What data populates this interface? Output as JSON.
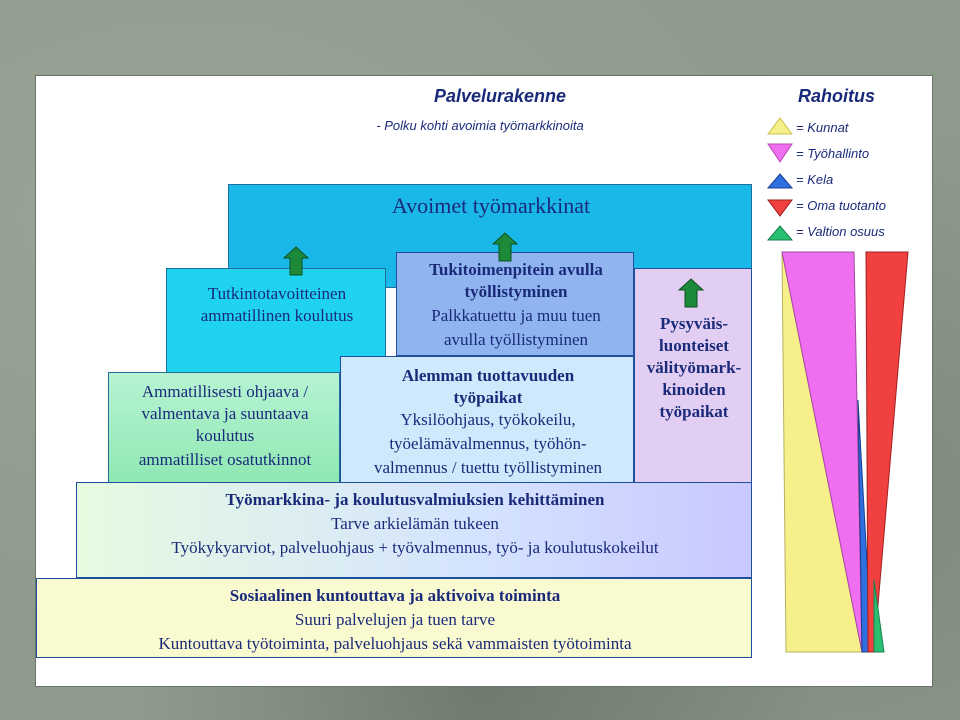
{
  "header": {
    "title": "Palvelurakenne",
    "subtitle": "- Polku kohti avoimia työmarkkinoita"
  },
  "legend": {
    "title": "Rahoitus",
    "items": [
      {
        "label": "= Kunnat",
        "color": "#f6f08a",
        "shape": "triangle-up",
        "icon": "triangle-up-icon"
      },
      {
        "label": "= Työhallinto",
        "color": "#f06ef0",
        "shape": "triangle-down",
        "icon": "triangle-down-icon"
      },
      {
        "label": "= Kela",
        "color": "#2f6fe0",
        "shape": "triangle-up",
        "icon": "triangle-up-icon"
      },
      {
        "label": "= Oma tuotanto",
        "color": "#f04040",
        "shape": "triangle-down",
        "icon": "triangle-down-icon"
      },
      {
        "label": "= Valtion osuus",
        "color": "#28c070",
        "shape": "triangle-up",
        "icon": "triangle-up-icon"
      }
    ]
  },
  "boxes": {
    "avoimet": {
      "title": "Avoimet työmarkkinat"
    },
    "tutkinto": {
      "line1": "Tutkintotavoitteinen",
      "line2": "ammatillinen koulutus"
    },
    "ammat": {
      "line1": "Ammatillisesti ohjaava /",
      "line2": "valmentava ja suuntaava",
      "line3": "koulutus",
      "line4": "ammatilliset osatutkinnot"
    },
    "tukito": {
      "line1": "Tukitoimenpitein avulla",
      "line2": "työllistyminen",
      "line3": "Palkkatuettu ja muu tuen",
      "line4": "avulla työllistyminen"
    },
    "alemman": {
      "line1": "Alemman tuottavuuden",
      "line2": "työpaikat",
      "line3": "Yksilöohjaus, työkokeilu,",
      "line4": "työelämävalmennus, työhön-",
      "line5": "valmennus / tuettu työllistyminen"
    },
    "pysy": {
      "line1": "Pysyväis-",
      "line2": "luonteiset",
      "line3": "välityömark-",
      "line4": "kinoiden",
      "line5": "työpaikat"
    },
    "tyomark": {
      "line1": "Työmarkkina- ja koulutusvalmiuksien kehittäminen",
      "line2": "Tarve arkielämän tukeen",
      "line3": "Työkykyarviot, palveluohjaus + työvalmennus, työ- ja koulutuskokeilut"
    },
    "sosiaal": {
      "line1": "Sosiaalinen kuntouttava ja aktivoiva toiminta",
      "line2": "Suuri palvelujen ja tuen tarve",
      "line3": "Kuntouttava työtoiminta, palveluohjaus sekä vammaisten työtoiminta"
    }
  },
  "colors": {
    "text": "#1a2a7a",
    "arrow_green": "#1d8a3a",
    "funding_yellow": "#f6f08a",
    "funding_pink": "#f06ef0",
    "funding_blue": "#2f6fe0",
    "funding_red": "#f04040",
    "funding_green": "#28c070"
  }
}
